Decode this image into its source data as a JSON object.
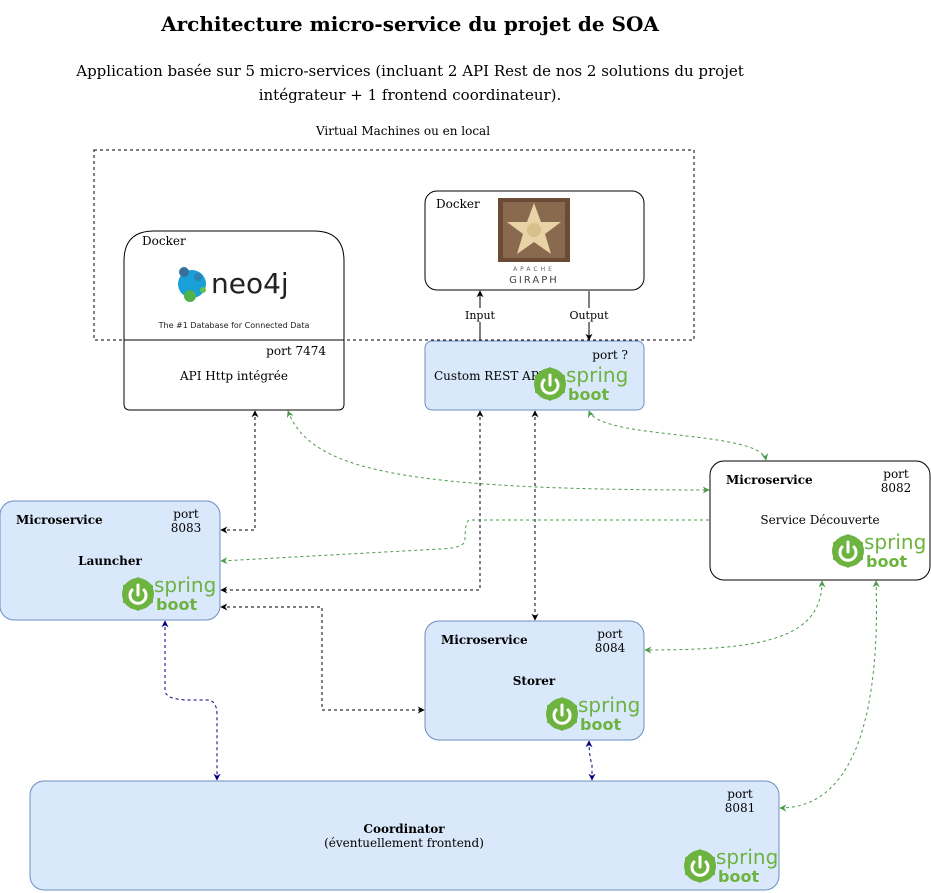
{
  "title": "Architecture micro-service du projet de SOA",
  "subtitle_line1": "Application basée sur 5 micro-services (incluant 2 API Rest de nos 2 solutions du projet",
  "subtitle_line2": "intégrateur + 1 frontend coordinateur).",
  "vm_label": "Virtual Machines ou en local",
  "neo4j": {
    "docker": "Docker",
    "logo_text": "neo4j",
    "tagline": "The #1 Database for Connected Data",
    "port": "port 7474",
    "api": "API Http intégrée"
  },
  "giraph": {
    "docker": "Docker",
    "logo_top": "APACHE",
    "logo_text": "GIRAPH",
    "input": "Input",
    "output": "Output"
  },
  "custom_rest": {
    "label": "Custom REST API",
    "port": "port ?"
  },
  "discovery": {
    "kind": "Microservice",
    "port_label": "port",
    "port_num": "8082",
    "name": "Service Découverte"
  },
  "launcher": {
    "kind": "Microservice",
    "port_label": "port",
    "port_num": "8083",
    "name": "Launcher"
  },
  "storer": {
    "kind": "Microservice",
    "port_label": "port",
    "port_num": "8084",
    "name": "Storer"
  },
  "coordinator": {
    "port_label": "port",
    "port_num": "8081",
    "name": "Coordinator",
    "note": "(éventuellement frontend)"
  },
  "spring": {
    "word1": "spring",
    "word2": "boot"
  },
  "colors": {
    "blue_fill": "#dae8fc",
    "blue_stroke": "#6c8ebf",
    "green_arrow": "#4a9b4a",
    "spring_green": "#6db33f",
    "navy_arrow": "#000080"
  }
}
